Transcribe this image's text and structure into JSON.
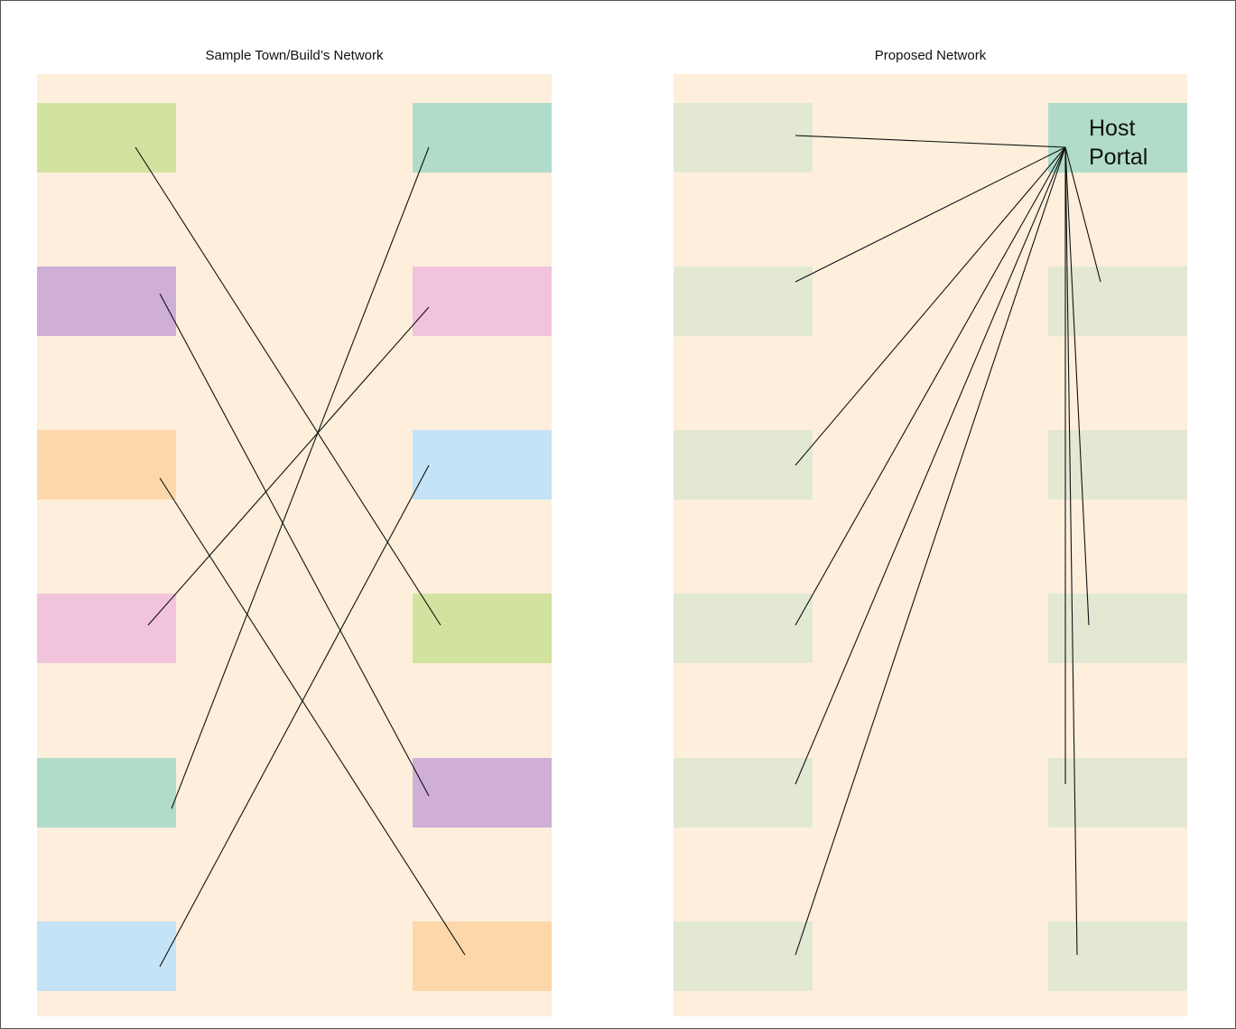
{
  "left_diagram": {
    "title": "Sample Town/Build’s Network",
    "panel_color": "#fdefdb",
    "left_column_colors": [
      "#d1e39f",
      "#cfafd5",
      "#fdd7aa",
      "#f1c4dc",
      "#b0dcc9",
      "#c5e3f6"
    ],
    "right_column_colors": [
      "#b0dcc9",
      "#f1c4dc",
      "#c5e3f6",
      "#d1e39f",
      "#cfafd5",
      "#fdd7aa"
    ],
    "links": [
      {
        "from_row": 0,
        "to_row": 3
      },
      {
        "from_row": 1,
        "to_row": 4
      },
      {
        "from_row": 2,
        "to_row": 5
      },
      {
        "from_row": 3,
        "to_row": 1
      },
      {
        "from_row": 4,
        "to_row": 0
      },
      {
        "from_row": 5,
        "to_row": 2
      }
    ]
  },
  "right_diagram": {
    "title": "Proposed Network",
    "panel_color": "#fdefdb",
    "node_color": "#e3e8d3",
    "host": {
      "label_line1": "Host",
      "label_line2": "Portal",
      "color": "#b0dcc9"
    }
  },
  "colors": {
    "line": "#111111",
    "frame": "#555555"
  }
}
